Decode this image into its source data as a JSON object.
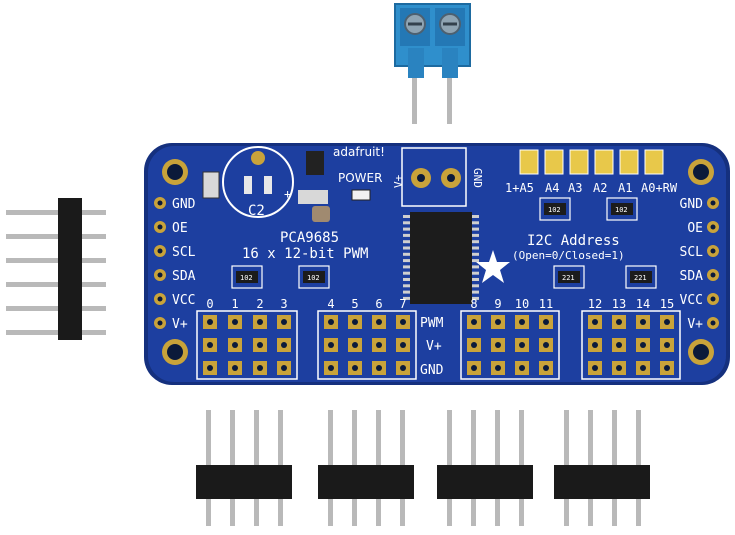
{
  "board": {
    "brand": "adafruit!",
    "chip_name": "PCA9685",
    "chip_desc": "16 x 12-bit PWM",
    "power_label": "POWER",
    "v_plus_terminal": "V+",
    "gnd_terminal": "GND",
    "i2c_title": "I2C Address",
    "i2c_sub": "(Open=0/Closed=1)",
    "cap_label": "C2",
    "plus_mark": "+",
    "pwm_row": "PWM",
    "vplus_row": "V+",
    "gnd_row": "GND",
    "addr_labels": [
      "1+A5",
      "A4",
      "A3",
      "A2",
      "A1",
      "A0+RW"
    ],
    "left_pins": [
      "GND",
      "OE",
      "SCL",
      "SDA",
      "VCC",
      "V+"
    ],
    "right_pins": [
      "GND",
      "OE",
      "SCL",
      "SDA",
      "VCC",
      "V+"
    ],
    "channels": [
      "0",
      "1",
      "2",
      "3",
      "4",
      "5",
      "6",
      "7",
      "8",
      "9",
      "10",
      "11",
      "12",
      "13",
      "14",
      "15"
    ],
    "resistor_codes": [
      "102",
      "102",
      "102",
      "102",
      "221",
      "221"
    ]
  },
  "colors": {
    "pcb": "#1d3fa0",
    "pcb_edge": "#15307e",
    "silkscreen": "#ffffff",
    "gold": "#c9a33a",
    "terminal_block": "#2f8fcc",
    "header_plastic": "#1a1a1a",
    "pin_metal": "#b9b9b9"
  }
}
